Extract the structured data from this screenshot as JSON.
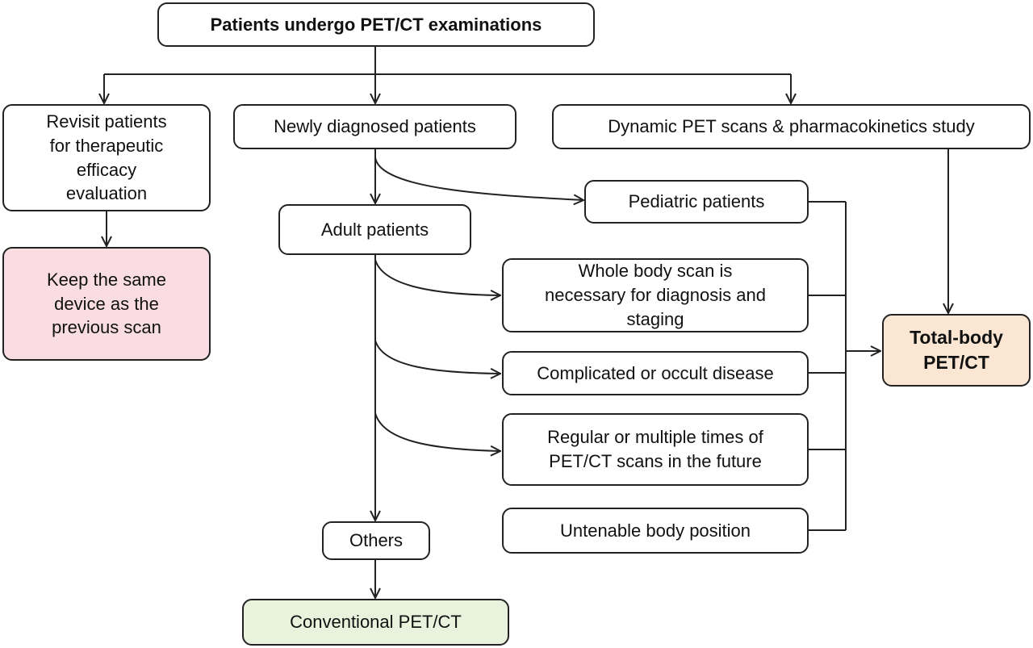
{
  "colors": {
    "stroke": "#222222",
    "keep_same_device_fill": "#f9dde2",
    "total_body_fill": "#fbe6d4",
    "conventional_fill": "#e8f2dc"
  },
  "nodes": {
    "root": "Patients undergo PET/CT examinations",
    "revisit": "Revisit patients\nfor therapeutic\nefficacy\nevaluation",
    "newly": "Newly diagnosed patients",
    "dynamic": "Dynamic PET scans & pharmacokinetics study",
    "keep": "Keep the same\ndevice as the\nprevious scan",
    "adult": "Adult patients",
    "pediatric": "Pediatric patients",
    "whole_body": "Whole body scan is\nnecessary for diagnosis and\nstaging",
    "complicated": "Complicated or occult disease",
    "regular": "Regular or multiple times of\nPET/CT scans in the future",
    "untenable": "Untenable body position",
    "others": "Others",
    "conventional": "Conventional PET/CT",
    "total_body": "Total-body\nPET/CT"
  }
}
